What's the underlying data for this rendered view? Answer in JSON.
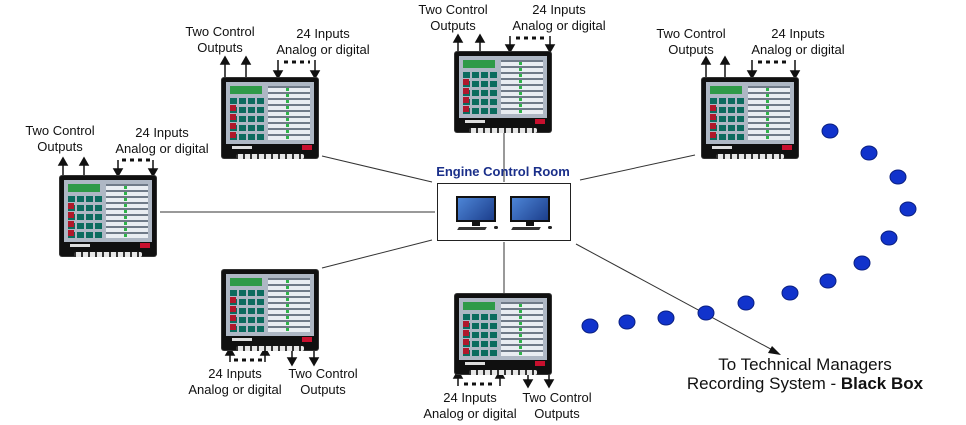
{
  "colors": {
    "dot": "#1133cc",
    "line": "#333333",
    "title": "#1a2f8a"
  },
  "engine_control_room": {
    "title": "Engine Control Room"
  },
  "panels": [
    {
      "id": "top-left",
      "outputs": [
        "Two Control",
        "Outputs"
      ],
      "inputs": [
        "24 Inputs",
        "Analog or digital"
      ]
    },
    {
      "id": "top-center",
      "outputs": [
        "Two Control",
        "Outputs"
      ],
      "inputs": [
        "24 Inputs",
        "Analog or digital"
      ]
    },
    {
      "id": "top-right",
      "outputs": [
        "Two Control",
        "Outputs"
      ],
      "inputs": [
        "24 Inputs",
        "Analog or digital"
      ]
    },
    {
      "id": "mid-left",
      "outputs": [
        "Two Control",
        "Outputs"
      ],
      "inputs": [
        "24 Inputs",
        "Analog or digital"
      ]
    },
    {
      "id": "bot-left",
      "outputs": [
        "Two Control",
        "Outputs"
      ],
      "inputs": [
        "24 Inputs",
        "Analog or digital"
      ]
    },
    {
      "id": "bot-center",
      "outputs": [
        "Two Control",
        "Outputs"
      ],
      "inputs": [
        "24 Inputs",
        "Analog or digital"
      ]
    }
  ],
  "black_box": {
    "line1": "To Technical Managers",
    "line2": "Recording System - ",
    "line2_bold": "Black Box"
  }
}
